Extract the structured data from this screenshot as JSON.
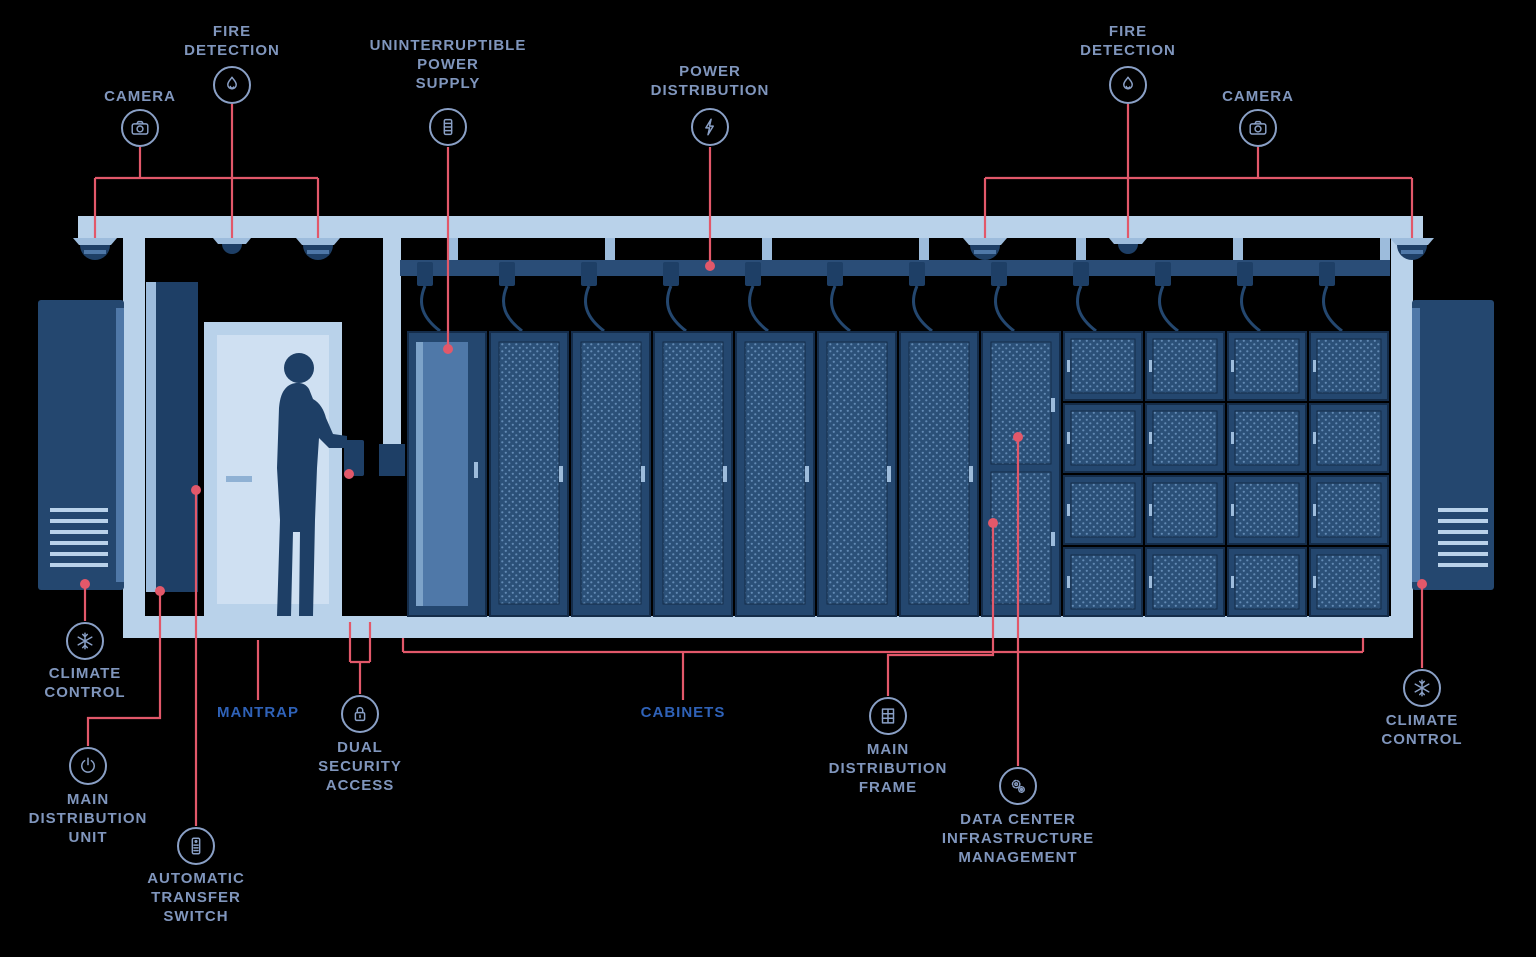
{
  "labels": {
    "camera_left": {
      "text": "CAMERA"
    },
    "fire_detection_left": {
      "text": "FIRE\nDETECTION"
    },
    "ups": {
      "text": "UNINTERRUPTIBLE\nPOWER\nSUPPLY"
    },
    "power_distribution": {
      "text": "POWER\nDISTRIBUTION"
    },
    "fire_detection_right": {
      "text": "FIRE\nDETECTION"
    },
    "camera_right": {
      "text": "CAMERA"
    },
    "climate_control_left": {
      "text": "CLIMATE\nCONTROL"
    },
    "main_distribution_unit": {
      "text": "MAIN\nDISTRIBUTION\nUNIT"
    },
    "automatic_transfer_switch": {
      "text": "AUTOMATIC\nTRANSFER\nSWITCH"
    },
    "mantrap": {
      "text": "MANTRAP"
    },
    "dual_security_access": {
      "text": "DUAL\nSECURITY\nACCESS"
    },
    "cabinets": {
      "text": "CABINETS"
    },
    "main_distribution_frame": {
      "text": "MAIN\nDISTRIBUTION\nFRAME"
    },
    "dcim": {
      "text": "DATA CENTER\nINFRASTRUCTURE\nMANAGEMENT"
    },
    "climate_control_right": {
      "text": "CLIMATE\nCONTROL"
    }
  },
  "icons": {
    "camera_left": "camera-icon",
    "fire_detection_left": "flame-icon",
    "ups": "battery-stack-icon",
    "power_distribution": "lightning-icon",
    "fire_detection_right": "flame-icon",
    "camera_right": "camera-icon",
    "climate_control_left": "snowflake-icon",
    "main_distribution_unit": "power-symbol-icon",
    "automatic_transfer_switch": "transfer-switch-icon",
    "dual_security_access": "padlock-icon",
    "main_distribution_frame": "rack-grid-icon",
    "dcim": "gears-icon",
    "climate_control_right": "snowflake-icon"
  },
  "colors": {
    "connector_line": "#e2586a",
    "label_text": "#8096bd",
    "label_dark_text": "#2f62b8",
    "wall_light_blue": "#b9d2ea",
    "cabinet_navy": "#24476f",
    "dark_navy": "#1e3f66",
    "mid_blue": "#4f78a8",
    "background": "#000000"
  }
}
